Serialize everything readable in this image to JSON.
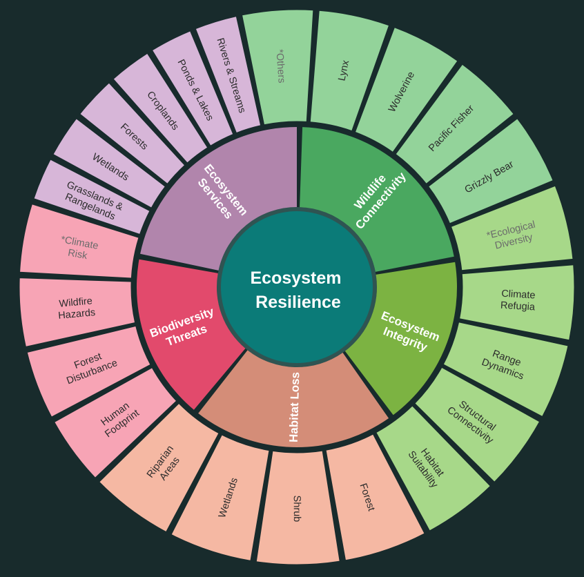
{
  "center": {
    "lines": [
      "Ecosystem",
      "Resilience"
    ]
  },
  "colors": {
    "background": "#182b2c",
    "center_fill": "#0b7b78",
    "center_ring": "#2f5452"
  },
  "categories": [
    {
      "key": "wildlife",
      "label_lines": [
        "Wildlife",
        "Connectivity"
      ],
      "inner_color": "#4aa860",
      "tile_color": "#93d39a",
      "tiles": [
        {
          "lines": [
            "*Others"
          ],
          "muted": true
        },
        {
          "lines": [
            "Lynx"
          ]
        },
        {
          "lines": [
            "Wolverine"
          ]
        },
        {
          "lines": [
            "Pacific Fisher"
          ]
        },
        {
          "lines": [
            "Grizzly Bear"
          ]
        }
      ]
    },
    {
      "key": "integrity",
      "label_lines": [
        "Ecosystem",
        "Integrity"
      ],
      "inner_color": "#7cb342",
      "tile_color": "#a7d889",
      "tiles": [
        {
          "lines": [
            "*Ecological",
            "Diversity"
          ],
          "muted": true
        },
        {
          "lines": [
            "Climate",
            "Refugia"
          ]
        },
        {
          "lines": [
            "Range",
            "Dynamics"
          ]
        },
        {
          "lines": [
            "Structural",
            "Connectivity"
          ]
        },
        {
          "lines": [
            "Habitat",
            "Suitability"
          ]
        }
      ]
    },
    {
      "key": "habitat",
      "label_lines": [
        "Habitat Loss"
      ],
      "inner_color": "#d48d78",
      "tile_color": "#f5b8a3",
      "tiles": [
        {
          "lines": [
            "Forest"
          ]
        },
        {
          "lines": [
            "Shrub"
          ]
        },
        {
          "lines": [
            "Wetlands"
          ]
        },
        {
          "lines": [
            "Riparian",
            "Areas"
          ]
        }
      ]
    },
    {
      "key": "threats",
      "label_lines": [
        "Biodiversity",
        "Threats"
      ],
      "inner_color": "#e24a6c",
      "tile_color": "#f7a4b5",
      "tiles": [
        {
          "lines": [
            "Human",
            "Footprint"
          ]
        },
        {
          "lines": [
            "Forest",
            "Disturbance"
          ]
        },
        {
          "lines": [
            "Wildfire",
            "Hazards"
          ]
        },
        {
          "lines": [
            "*Climate",
            "Risk"
          ],
          "muted": true
        }
      ]
    },
    {
      "key": "services",
      "label_lines": [
        "Ecosystem",
        "Services"
      ],
      "inner_color": "#b185ac",
      "tile_color": "#d7b6d8",
      "tiles": [
        {
          "lines": [
            "Grasslands &",
            "Rangelands"
          ]
        },
        {
          "lines": [
            "Wetlands"
          ]
        },
        {
          "lines": [
            "Forests"
          ]
        },
        {
          "lines": [
            "Croplands"
          ]
        },
        {
          "lines": [
            "Ponds & Lakes"
          ]
        },
        {
          "lines": [
            "Rivers & Streams"
          ]
        }
      ]
    }
  ]
}
